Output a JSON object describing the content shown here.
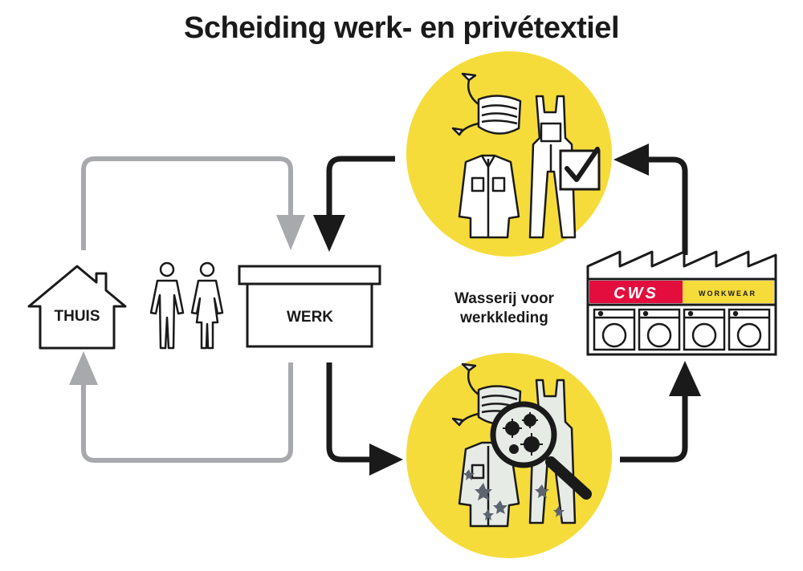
{
  "title": "Scheiding werk- en privétextiel",
  "nodes": {
    "home": "THUIS",
    "work": "WERK",
    "laundry_line1": "Wasserij voor",
    "laundry_line2": "werkkleding",
    "brand": "CWS",
    "brand_sub": "WORKWEAR"
  },
  "colors": {
    "yellow": "#f5dc3b",
    "grey_arrow": "#a7a9ac",
    "dark": "#1a1a1a",
    "brand_red": "#e30d3e",
    "brand_yellow": "#f5dc3b",
    "clean_cloth": "#ffffff",
    "dirty_cloth": "#e6ebe6"
  },
  "icons": {
    "clean_clothes": "clean-workwear-icon",
    "dirty_clothes": "contaminated-workwear-icon",
    "people": "people-icon",
    "factory": "laundry-factory-icon",
    "check": "checkmark-icon",
    "magnifier": "magnifier-virus-icon"
  }
}
